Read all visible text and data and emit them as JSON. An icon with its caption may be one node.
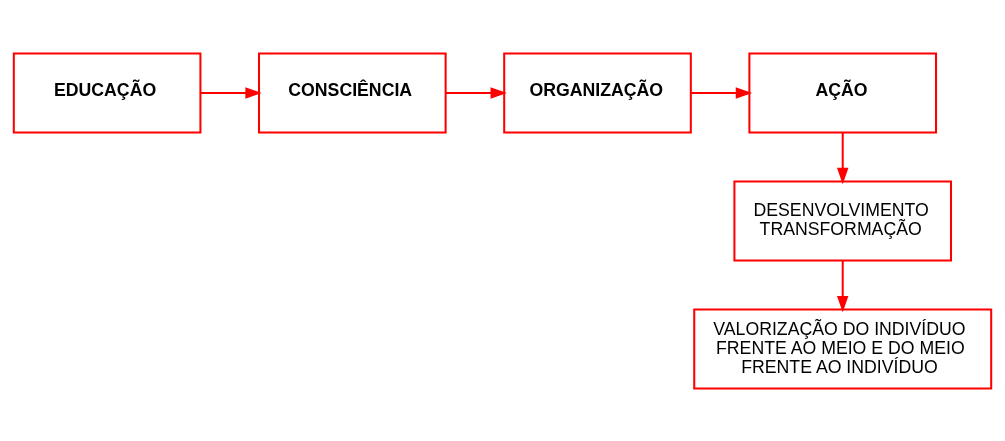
{
  "diagram": {
    "nodes": [
      {
        "text": [
          "EDUCAÇÃO"
        ]
      },
      {
        "text": [
          "CONSCIÊNCIA"
        ]
      },
      {
        "text": [
          "ORGANIZAÇÃO"
        ]
      },
      {
        "text": [
          "AÇÃO"
        ]
      },
      {
        "text": [
          "DESENVOLVIMENTO",
          "TRANSFORMAÇÃO"
        ]
      },
      {
        "text": [
          "VALORIZAÇÃO DO INDIVÍDUO FRENTE AO MEIO E DO MEIO FRENTE AO INDIVÍDUO"
        ]
      }
    ],
    "edges": [
      {
        "from": 0,
        "to": 1,
        "arrow": "to"
      },
      {
        "from": 1,
        "to": 2,
        "arrow": "to"
      },
      {
        "from": 2,
        "to": 3,
        "arrow": "to"
      },
      {
        "from": 3,
        "to": 4,
        "arrow": "to"
      },
      {
        "from": 4,
        "to": 5,
        "arrow": "to"
      }
    ]
  }
}
